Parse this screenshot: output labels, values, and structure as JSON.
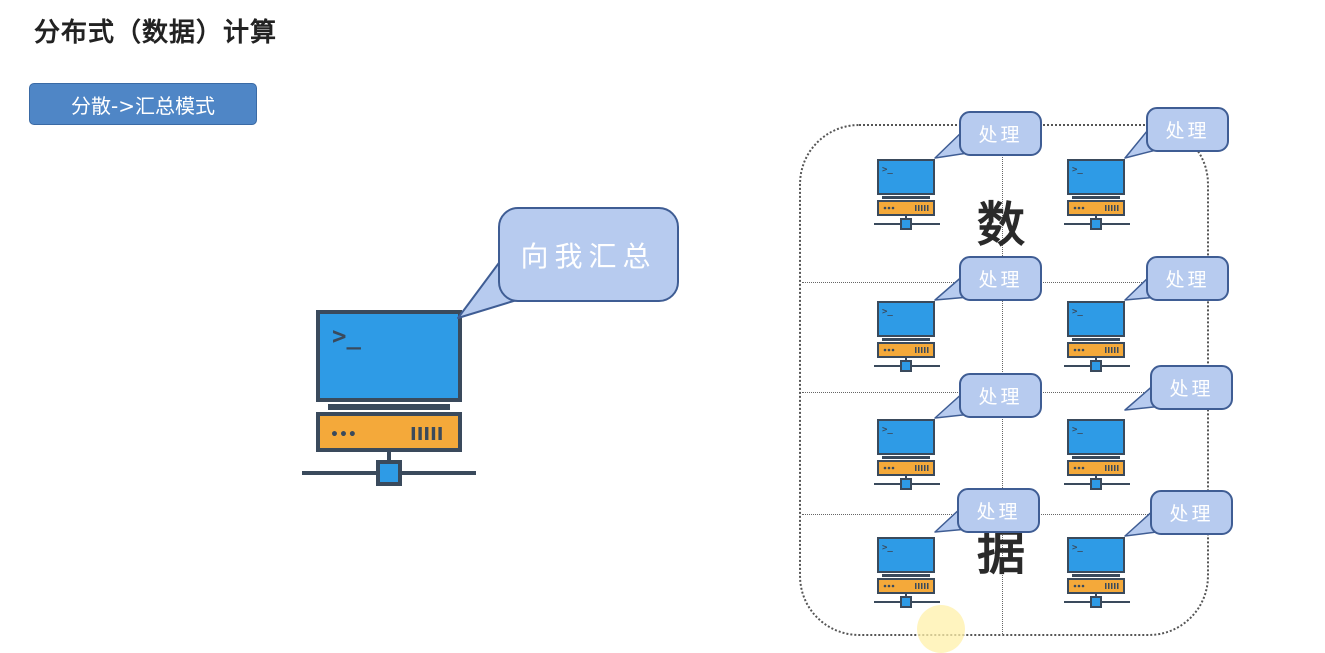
{
  "title": "分布式（数据）计算",
  "mode_tag": "分散->汇总模式",
  "central": {
    "bubble_text": "向我汇总",
    "screen_text": ">_",
    "server_dots": "•••",
    "server_bars": "IIIII"
  },
  "data_region": {
    "chars": [
      "数",
      "据"
    ]
  },
  "node_label": "处理",
  "node_screen_text": ">_",
  "colors": {
    "screen": "#2e9be6",
    "frame": "#3a4a5c",
    "server": "#f4a93a",
    "bubble_fill": "#b7cbef",
    "bubble_border": "#3f5d94",
    "tag": "#4f86c6"
  }
}
